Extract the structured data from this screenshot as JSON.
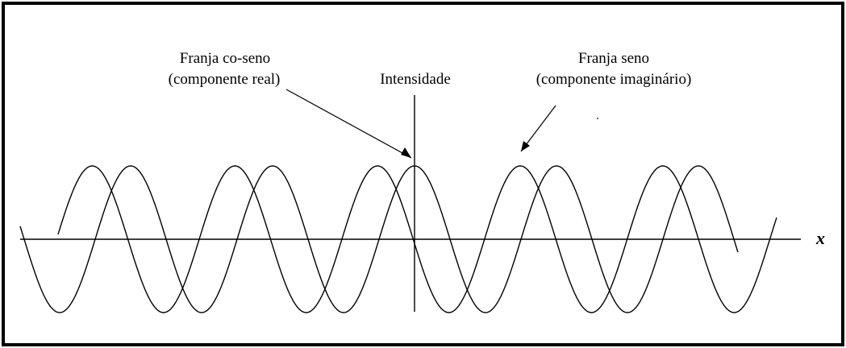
{
  "labels": {
    "cosine_fringe_line1": "Franja co-seno",
    "cosine_fringe_line2": "(componente real)",
    "intensity": "Intensidade",
    "sine_fringe_line1": "Franja seno",
    "sine_fringe_line2": "(componente imaginário)",
    "x_axis": "x"
  },
  "colors": {
    "stroke": "#000000",
    "background": "#ffffff"
  }
}
